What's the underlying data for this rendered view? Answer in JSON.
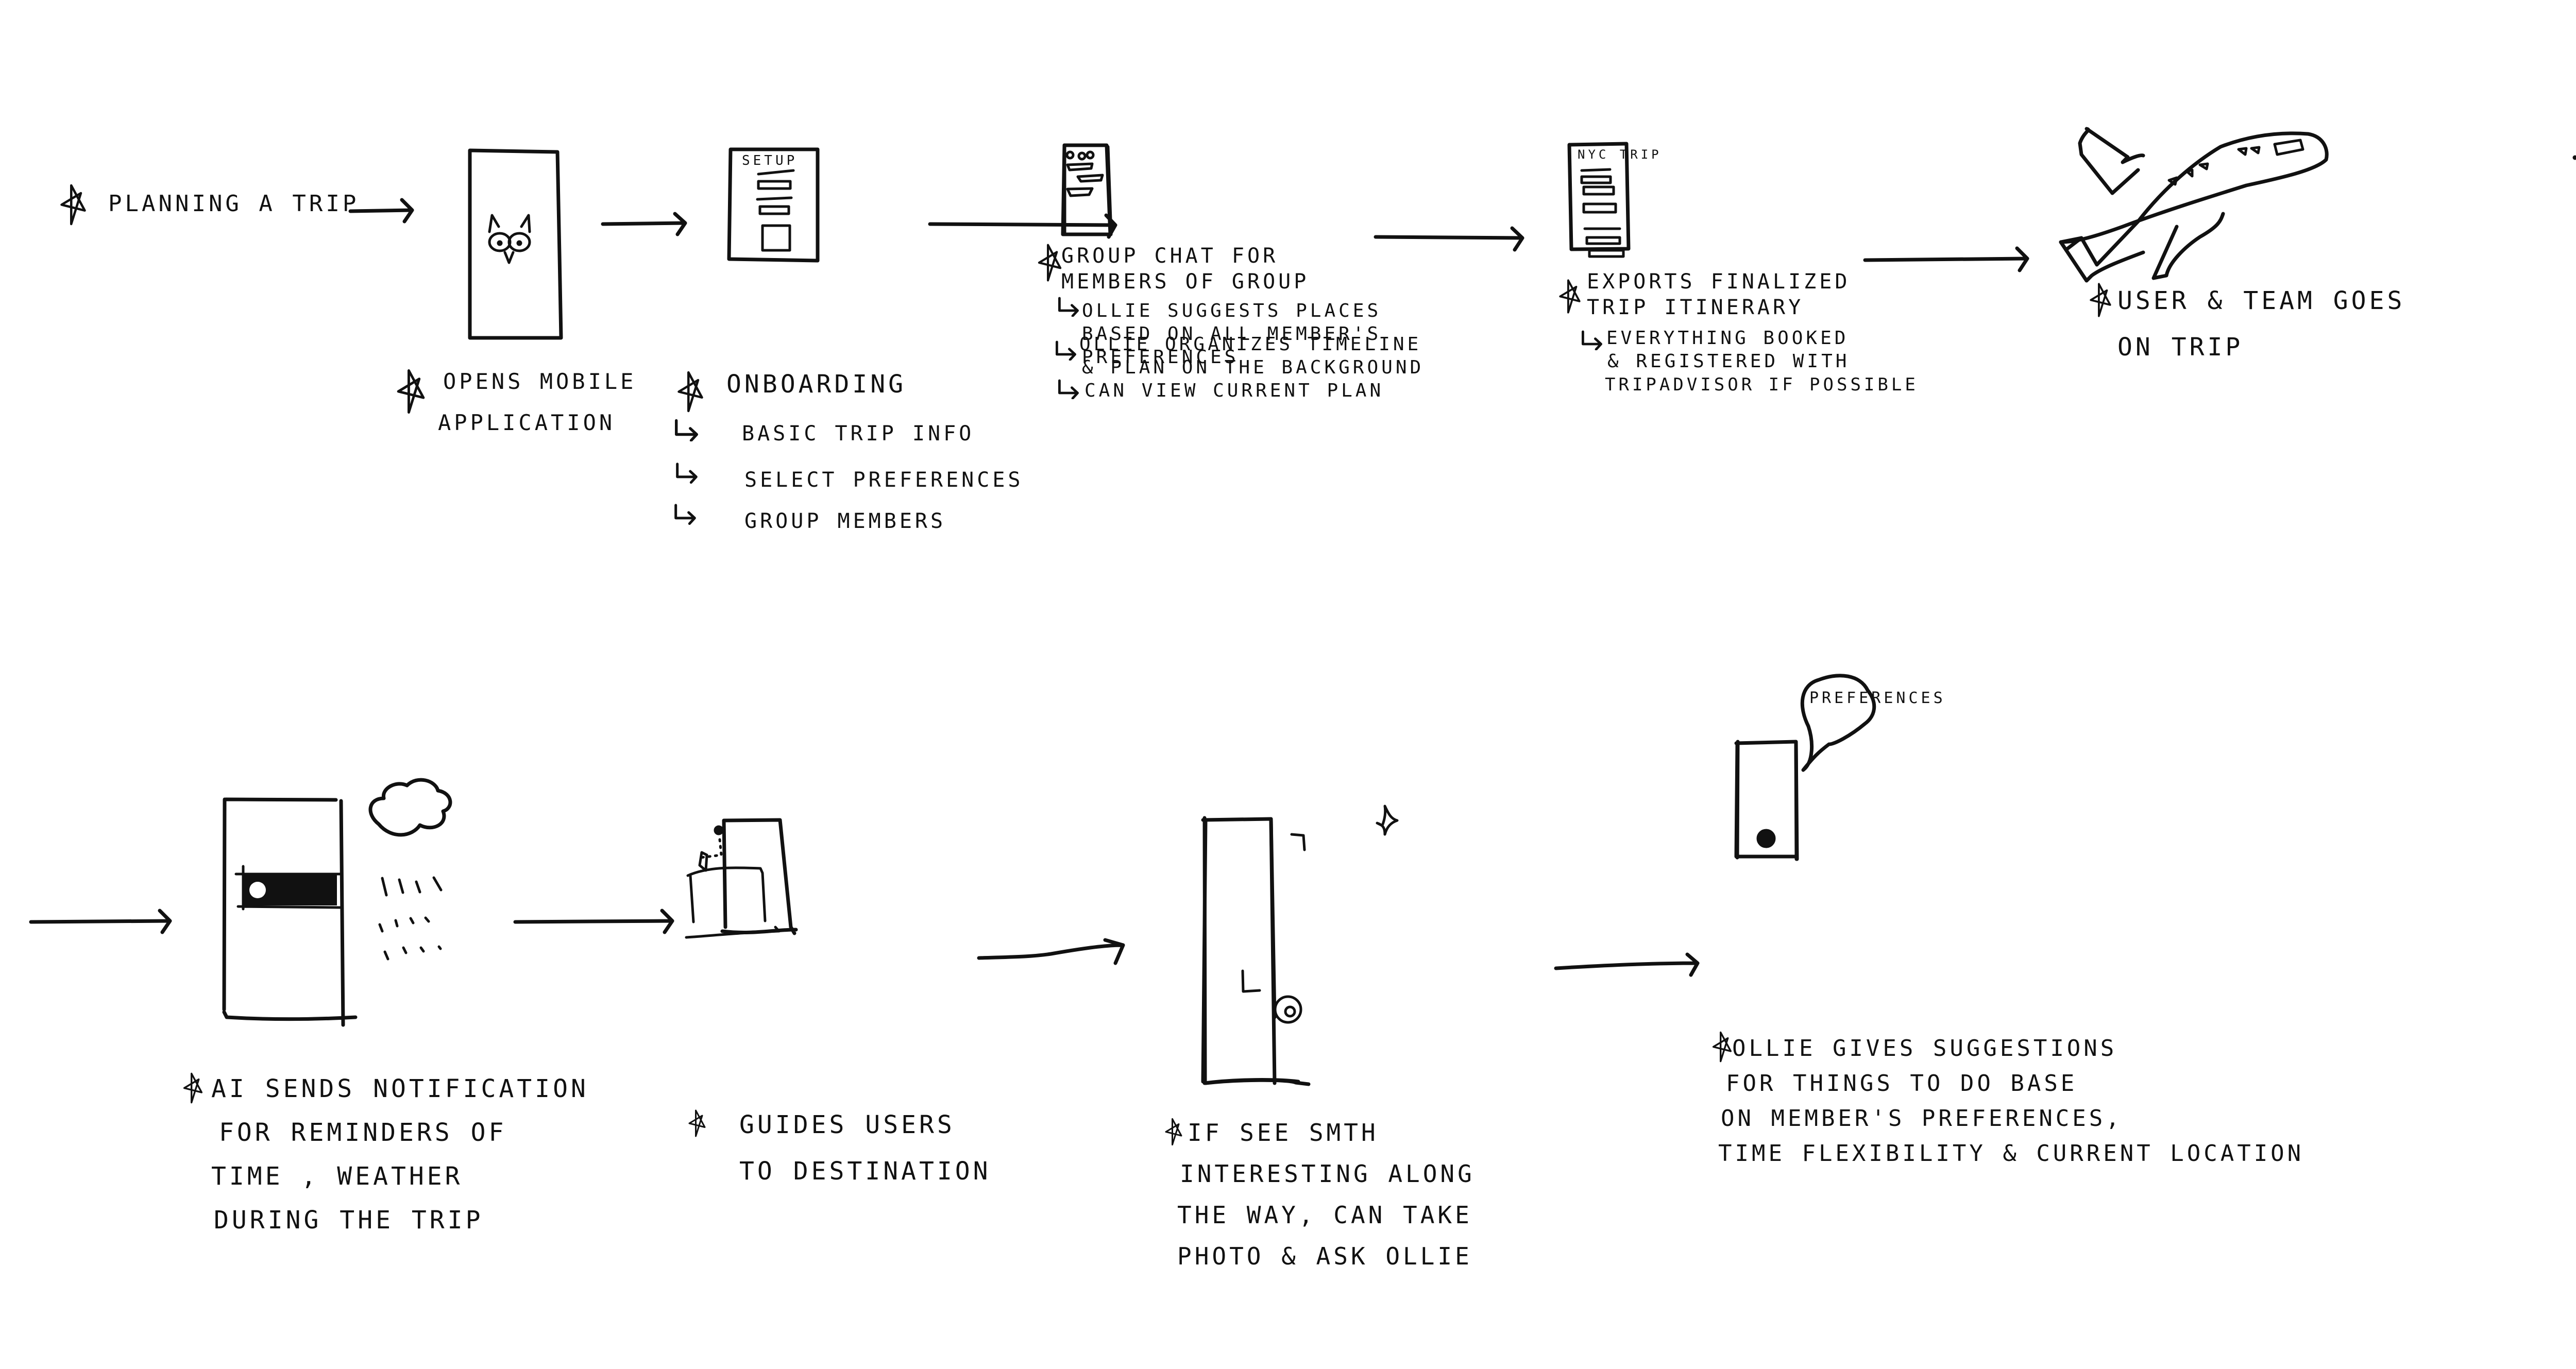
{
  "diagram": {
    "type": "user-journey storyboard",
    "bullet_icon": "star-icon",
    "colors": {
      "ink": "#111111",
      "paper": "#ffffff"
    },
    "steps": [
      {
        "id": "planning",
        "title": [
          "PLANNING A TRIP"
        ],
        "sub_items": [],
        "illustration": "none"
      },
      {
        "id": "open-app",
        "title": [
          "OPENS MOBILE",
          "APPLICATION"
        ],
        "sub_items": [],
        "illustration": "phone-with-owl-logo"
      },
      {
        "id": "onboarding",
        "screen_label": "SETUP",
        "title": [
          "ONBOARDING"
        ],
        "sub_items": [
          [
            "BASIC TRIP INFO"
          ],
          [
            "SELECT PREFERENCES"
          ],
          [
            "GROUP MEMBERS"
          ]
        ],
        "illustration": "phone-setup-form"
      },
      {
        "id": "group-chat",
        "title": [
          "GROUP CHAT FOR",
          "MEMBERS OF GROUP"
        ],
        "sub_items": [
          [
            "OLLIE SUGGESTS PLACES",
            "BASED ON ALL MEMBER'S",
            "PREFERENCES"
          ],
          [
            "OLLIE ORGANIZES TIMELINE",
            "& PLAN ON THE BACKGROUND"
          ],
          [
            "CAN VIEW CURRENT PLAN"
          ]
        ],
        "illustration": "phone-chat-bubbles"
      },
      {
        "id": "export",
        "screen_label": "NYC TRIP",
        "title": [
          "EXPORTS FINALIZED",
          "TRIP ITINERARY"
        ],
        "sub_items": [
          [
            "EVERYTHING BOOKED",
            "& REGISTERED WITH",
            "TRIPADVISOR IF POSSIBLE"
          ]
        ],
        "illustration": "phone-itinerary-list"
      },
      {
        "id": "go-on-trip",
        "title": [
          "USER & TEAM GOES",
          "ON TRIP"
        ],
        "sub_items": [],
        "illustration": "airplane"
      },
      {
        "id": "notifications",
        "title": [
          "AI SENDS NOTIFICATION",
          "FOR REMINDERS OF",
          "TIME , WEATHER",
          "DURING THE TRIP"
        ],
        "sub_items": [],
        "illustration": "phone-notification-with-rain-cloud"
      },
      {
        "id": "guides",
        "title": [
          "GUIDES USERS",
          "TO DESTINATION"
        ],
        "sub_items": [],
        "illustration": "phone-map-route"
      },
      {
        "id": "photo",
        "title": [
          "IF SEE SMTH",
          "INTERESTING ALONG",
          "THE WAY, CAN TAKE",
          "PHOTO & ASK OLLIE"
        ],
        "sub_items": [],
        "illustration": "phone-camera-sparkle"
      },
      {
        "id": "suggestions",
        "bubble_label": "PREFERENCES",
        "title": [
          "OLLIE GIVES SUGGESTIONS",
          "FOR THINGS TO DO BASE",
          "ON MEMBER'S PREFERENCES,",
          "TIME FLEXIBILITY & CURRENT LOCATION"
        ],
        "sub_items": [],
        "illustration": "phone-with-speech-bubble"
      }
    ]
  }
}
